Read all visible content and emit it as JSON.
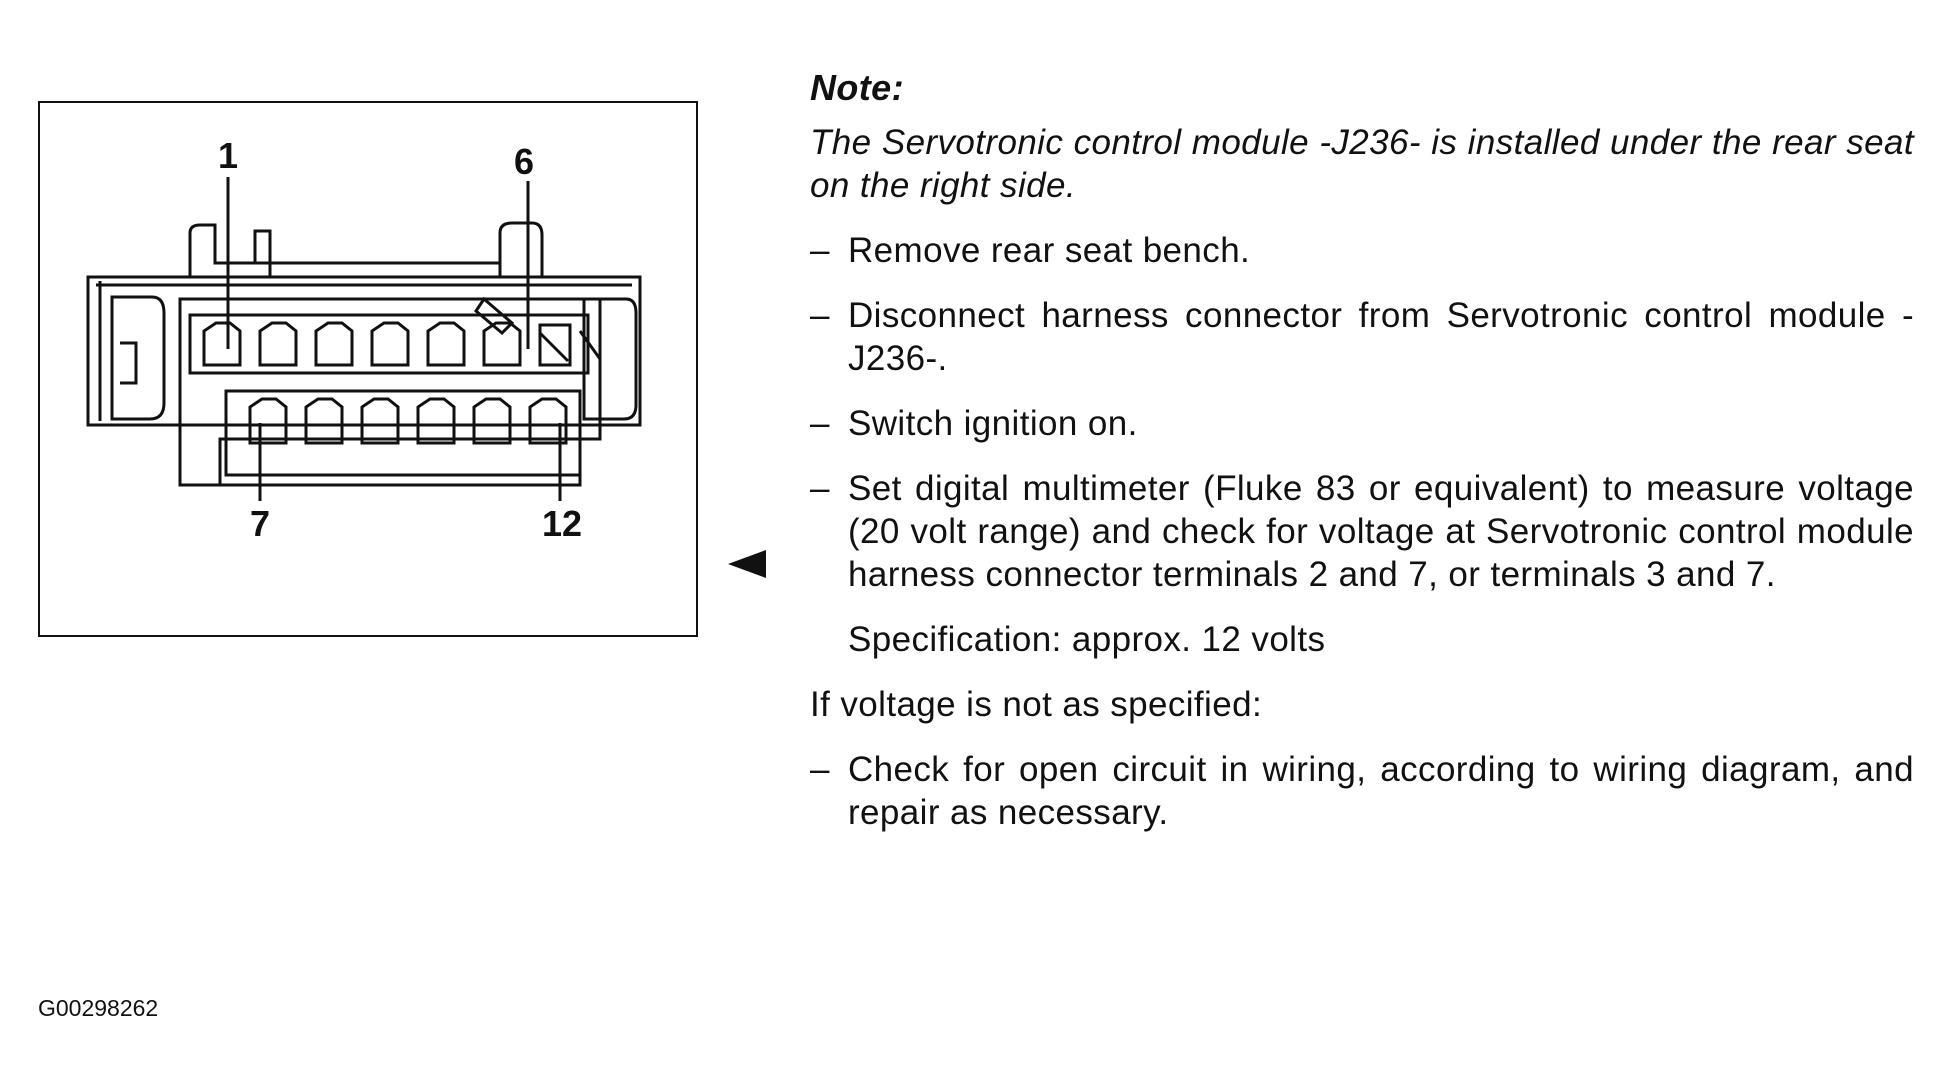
{
  "figure": {
    "pin_labels": {
      "p1": "1",
      "p6": "6",
      "p7": "7",
      "p12": "12"
    },
    "figure_id": "G00298262"
  },
  "note": {
    "title": "Note:",
    "body": "The Servotronic control module -J236- is installed under the rear seat on the right side."
  },
  "steps_a": [
    {
      "dash": "–",
      "text": "Remove rear seat bench."
    },
    {
      "dash": "–",
      "text": "Disconnect harness connector from Servotronic control module -J236-."
    },
    {
      "dash": "–",
      "text": "Switch ignition on."
    },
    {
      "dash": "–",
      "text": "Set digital multimeter (Fluke 83 or equivalent) to measure voltage (20 volt range) and check for voltage at Servotronic control module harness connector terminals 2 and 7, or terminals 3 and 7."
    }
  ],
  "specification": "Specification:  approx. 12 volts",
  "condition": "If voltage is not as specified:",
  "steps_b": [
    {
      "dash": "–",
      "text": "Check for open circuit in wiring, according to wiring diagram, and repair as necessary."
    }
  ]
}
